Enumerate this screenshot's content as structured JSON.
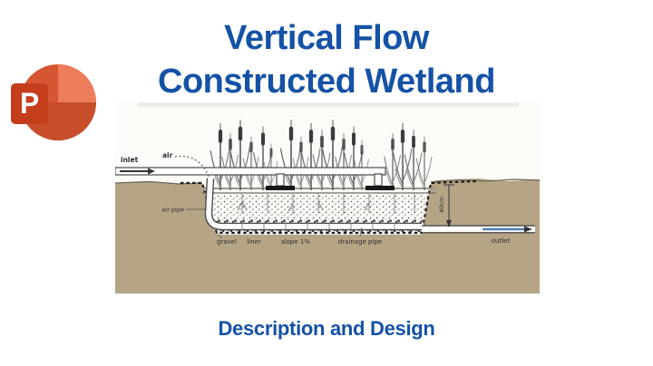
{
  "title": {
    "line1": "Vertical Flow",
    "line2": "Constructed Wetland",
    "color": "#1452a6"
  },
  "subtitle": {
    "text": "Description and Design"
  },
  "branding": {
    "app_letter": "P"
  },
  "diagram": {
    "labels": {
      "inlet": "inlet",
      "air": "air",
      "air_pipe": "air pipe",
      "gravel": "gravel",
      "liner": "liner",
      "slope": "slope 1%",
      "drainage_pipe": "drainage pipe",
      "outlet": "outlet",
      "bed_depth": "40cm"
    },
    "colors": {
      "soil": "#b5a586",
      "flow_arrow": "#4a82b0",
      "pipe_outline": "#4a4a4a",
      "spreader": "#161616"
    }
  },
  "logo_colors": {
    "circle": "#d65532",
    "circle_light": "#ec7c5b",
    "circle_dark": "#c74e2b",
    "tile": "#c43e1c"
  }
}
